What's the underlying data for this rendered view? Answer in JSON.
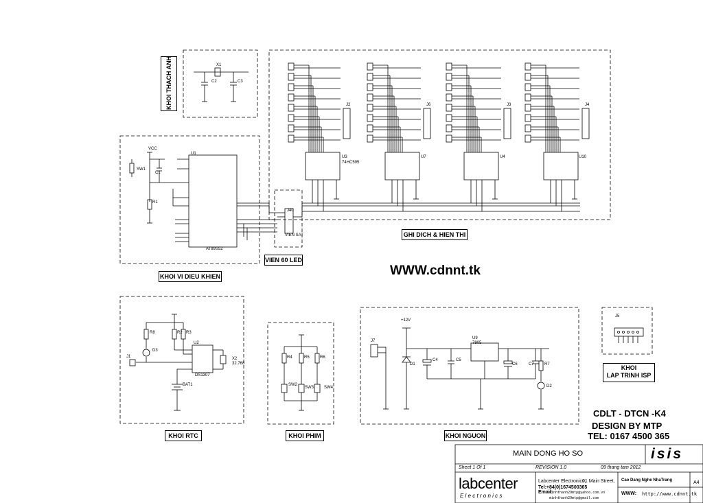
{
  "blocks": {
    "crystal": "KHOI THACH ANH",
    "mcu": "KHOI VI DIEU KHIEN",
    "led": "VIEN 60 LED",
    "shift": "GHI DICH & HIEN THI",
    "rtc": "KHOI RTC",
    "keys": "KHOI PHIM",
    "power": "KHOI NGUON",
    "isp": "KHOI\nLAP TRINH ISP"
  },
  "website": "WWW.cdnnt.tk",
  "credits": {
    "line1": "CDLT - DTCN -K4",
    "line2": "DESIGN BY MTP",
    "line3": "TEL: 0167 4500 365"
  },
  "title_block": {
    "title": "MAIN DONG HO SO",
    "sheet": "Sheet   1    Of  1",
    "revision": "REVISION   1.0",
    "date": "09 thang tam 2012",
    "size": "A4",
    "company": "Labcenter Electronics,",
    "street": "01 Main Street,",
    "phone": "Tel:+84(0)1674500365",
    "email_label": "Email:",
    "email1": "minhthanh29mtp@yahoo.com.vn",
    "email2": "minhthanh29mtp@gmail.com",
    "school": "Cao Dang Nghe NhaTrang",
    "www_label": "WWW:",
    "www": "http://www.cdnnt.tk",
    "logo_top": "labcenter",
    "logo_bottom": "E l e c t r o n i c s",
    "isis_logo": "isis"
  },
  "components": {
    "x1": "X1",
    "c2": "C2",
    "c3": "C3",
    "u1": "U1",
    "u1_part": "AT89S52",
    "sw1": "SW1",
    "c1": "C1",
    "r1": "R1",
    "j40": "J40",
    "j40_part": "VIEN SAT",
    "u3": "U3",
    "u7": "U7",
    "u4": "U4",
    "u10": "U10",
    "ic_part": "74HC595",
    "j2": "J2",
    "j6": "J6",
    "j3": "J3",
    "j4": "J4",
    "u2": "U2",
    "u2_part": "DS1307",
    "x2": "X2",
    "x2_val": "32.768",
    "r8": "R8",
    "r2": "R2",
    "r3": "R3",
    "d3": "D3",
    "j1": "J1",
    "bat1": "BAT1",
    "r4": "R4",
    "r5": "R5",
    "r6": "R6",
    "sw2": "SW2",
    "sw3": "SW3",
    "sw4": "SW4",
    "u9": "U9",
    "u9_part": "7805",
    "j7": "J7",
    "d1": "D1",
    "c4": "C4",
    "c5": "C5",
    "c6": "C6",
    "c7": "C7",
    "r7": "R7",
    "d2": "D2",
    "j5": "J5",
    "vcc": "VCC",
    "v12": "+12V"
  }
}
